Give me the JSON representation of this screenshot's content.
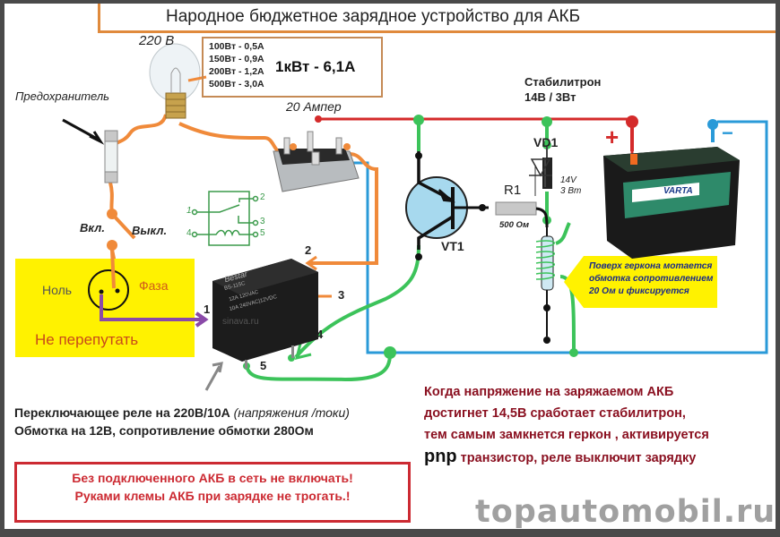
{
  "title": "Народное бюджетное зарядное устройство для АКБ",
  "lamp": {
    "voltage_label": "220 В",
    "power_table": [
      "100Вт - 0,5А",
      "150Вт - 0,9А",
      "200Вт - 1,2А",
      "500Вт - 3,0А"
    ],
    "highlight": "1кВт - 6,1А"
  },
  "fuse_label": "Предохранитель",
  "switch": {
    "on_label": "Вкл.",
    "off_label": "Выкл."
  },
  "bridge_label": "20 Ампер",
  "zener": {
    "title_line1": "Стабилитрон",
    "title_line2": "14В / 3Вт",
    "ref": "VD1",
    "rating_line1": "14V",
    "rating_line2": "3 Вт"
  },
  "resistor": {
    "ref": "R1",
    "value": "500 Ом"
  },
  "transistor": {
    "ref": "VT1"
  },
  "battery": {
    "brand": "VARTA",
    "plus": "+",
    "minus": "−"
  },
  "relay_schematic": {
    "pins": [
      "1",
      "2",
      "3",
      "4",
      "5"
    ]
  },
  "relay_pins": {
    "p1": "1",
    "p2": "2",
    "p3": "3",
    "p4": "4",
    "p5": "5"
  },
  "relay_body": {
    "brand": "Bestar",
    "model": "BS-115C",
    "spec1": "12A 120VAC",
    "spec2": "10A 240VAC|12VDC",
    "watermark": "sinava.ru"
  },
  "socket": {
    "neutral": "Ноль",
    "phase": "Фаза",
    "warning": "Не перепутать"
  },
  "reed_callout": [
    "Поверх геркона мотается",
    "обмотка сопротивлением",
    "20 Ом  и фиксируется"
  ],
  "relay_description": {
    "line1_main": "Переключающее реле  на 220В/10А ",
    "line1_italic": "(напряжения /токи)",
    "line2": "Обмотка на 12В, сопротивление обмотки 280Ом"
  },
  "safety_warning": [
    "Без подключенного АКБ в сеть не включать!",
    "Руками клемы АКБ при зарядке не трогать.!"
  ],
  "explanation": {
    "line1": "Когда напряжение на заряжаемом АКБ",
    "line2": "достигнет 14,5В сработает стабилитрон,",
    "line3": "тем самым замкнется геркон , активируется",
    "line4_prefix": "pnp",
    "line4_rest": "  транзистор, реле выключит зарядку"
  },
  "colors": {
    "wire_red": "#d42a2a",
    "wire_blue": "#2a9ad8",
    "wire_green": "#3cc35a",
    "wire_orange": "#f08a3a",
    "wire_purple": "#8a4aa8",
    "warning_red": "#cc2a32",
    "info_text": "#8a1020",
    "yellow": "#fff200"
  },
  "site": "topautomobil.ru"
}
